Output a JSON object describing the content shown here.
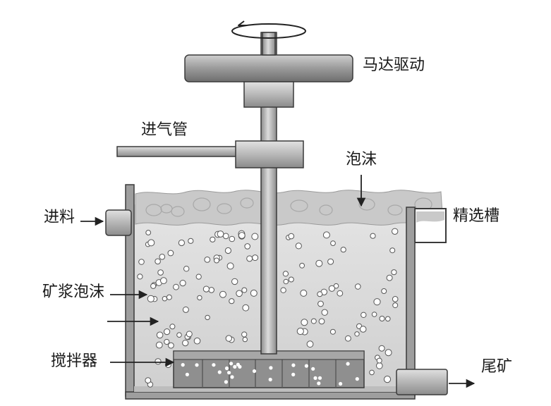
{
  "diagram": {
    "labels": {
      "motor": "马达驱动",
      "air_inlet": "进气管",
      "froth": "泡沫",
      "feed": "进料",
      "concentrate_tank": "精选槽",
      "pulp_froth": "矿浆泡沫",
      "impeller": "搅拌器",
      "tailings": "尾矿"
    },
    "icons": {
      "rotation": "rotation-arrow-icon",
      "arrows": "arrow-icon"
    },
    "colors": {
      "stroke": "#3a3a3a",
      "metal_light": "#d2d2d2",
      "metal_mid": "#a9a9a9",
      "slurry": "#dadada",
      "froth": "#c9c9c9",
      "bubble_fill": "#ffffff"
    }
  }
}
